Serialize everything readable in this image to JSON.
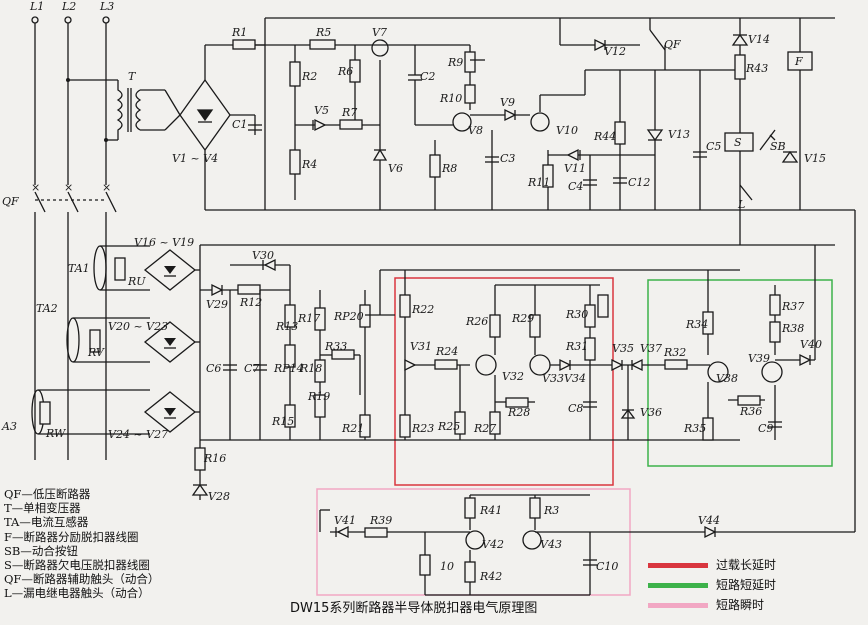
{
  "title": "DW15系列断路器半导体脱扣器电气原理图",
  "lines": [
    "L1",
    "L2",
    "L3"
  ],
  "component_labels": {
    "qf_main": "QF",
    "t": "T",
    "v1v4": "V1 ~ V4",
    "r1": "R1",
    "r2": "R2",
    "r4": "R4",
    "r5": "R5",
    "r6": "R6",
    "r7": "R7",
    "r8": "R8",
    "r9": "R9",
    "r10": "R10",
    "r11": "R11",
    "r43": "R43",
    "r44": "R44",
    "c1": "C1",
    "c2": "C2",
    "c3": "C3",
    "c4": "C4",
    "c5": "C5",
    "c12": "C12",
    "v5": "V5",
    "v6": "V6",
    "v7": "V7",
    "v8": "V8",
    "v9": "V9",
    "v10": "V10",
    "v11": "V11",
    "v12": "V12",
    "v13": "V13",
    "v14": "V14",
    "v15": "V15",
    "qf_aux": "QF",
    "f": "F",
    "s": "S",
    "sb": "SB",
    "l": "L",
    "ta1": "TA1",
    "ta2": "TA2",
    "ta3": "A3",
    "ru": "RU",
    "rv": "RV",
    "rw": "RW",
    "v16v19": "V16 ~ V19",
    "v20v23": "V20 ~ V23",
    "v24v27": "V24 ~ V27",
    "v28": "V28",
    "v29": "V29",
    "v30": "V30",
    "r12": "R12",
    "r13": "R13",
    "r15": "R15",
    "r16": "R16",
    "r17": "R17",
    "r18": "R18",
    "r19": "R19",
    "r21": "R21",
    "c6": "C6",
    "c7": "C7",
    "rp14": "RP14",
    "rp20": "RP20",
    "r33": "R33",
    "r22": "R22",
    "r23": "R23",
    "r24": "R24",
    "r25": "R25",
    "r26": "R26",
    "r27": "R27",
    "r28": "R28",
    "r29": "R29",
    "r30": "R30",
    "r31": "R31",
    "v31": "V31",
    "v32": "V32",
    "v33": "V33",
    "v34": "V34",
    "v35": "V35",
    "c8": "C8",
    "v36": "V36",
    "v37": "V37",
    "r32": "R32",
    "r34": "R34",
    "r35": "R35",
    "r36": "R36",
    "r37": "R37",
    "r38": "R38",
    "v38": "V38",
    "v39": "V39",
    "v40": "V40",
    "c9": "C9",
    "v41": "V41",
    "r39": "R39",
    "r41": "R41",
    "r3": "R3",
    "r42": "R42",
    "v42": "V42",
    "v43": "V43",
    "v44": "V44",
    "c10": "C10",
    "r10b": "10"
  },
  "legend": [
    "QF—低压断路器",
    "T—单相变压器",
    "TA—电流互感器",
    "F—断路器分励脱扣器线圈",
    "SB—动合按钮",
    "S—断路器欠电压脱扣器线圈",
    "QF—断路器辅助触头（动合）",
    "L—漏电继电器触头（动合）"
  ],
  "color_key": [
    {
      "label": "过载长延时",
      "color": "#d9363e"
    },
    {
      "label": "短路短延时",
      "color": "#3db24a"
    },
    {
      "label": "短路瞬时",
      "color": "#f2a7c3"
    }
  ],
  "colors": {
    "ink": "#1a1a1a",
    "paper": "#f2f1ee",
    "red_box": "#d9363e",
    "green_box": "#3db24a",
    "pink_box": "#f2a7c3"
  }
}
